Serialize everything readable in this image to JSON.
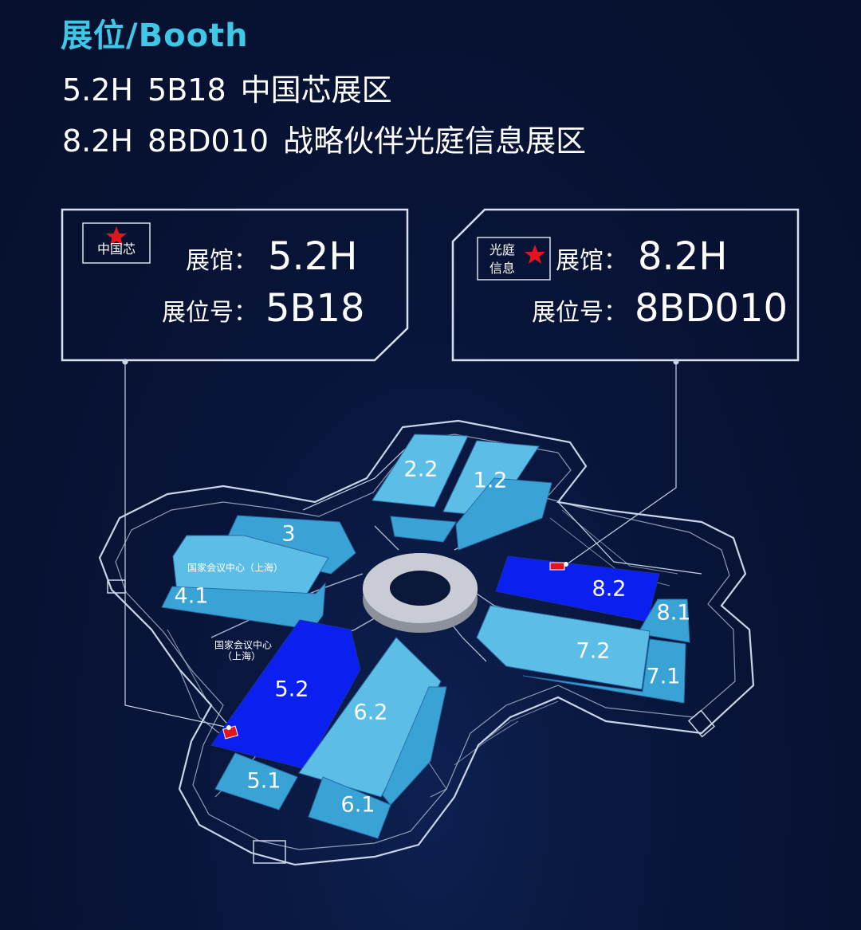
{
  "header": {
    "title": "展位/Booth",
    "lines": [
      {
        "hall": "5.2H",
        "booth": "5B18",
        "zone": "中国芯展区"
      },
      {
        "hall": "8.2H",
        "booth": "8BD010",
        "zone": "战略伙伴光庭信息展区"
      }
    ]
  },
  "cards": [
    {
      "badge_text": "中国芯",
      "hall_label": "展馆：",
      "hall_value": "5.2H",
      "booth_label": "展位号：",
      "booth_value": "5B18"
    },
    {
      "badge_line1": "光庭",
      "badge_line2": "信息",
      "hall_label": "展馆：",
      "hall_value": "8.2H",
      "booth_label": "展位号：",
      "booth_value": "8BD010"
    }
  ],
  "map": {
    "halls": [
      "2.2",
      "1.2",
      "3",
      "4.1",
      "8.2",
      "8.1",
      "7.2",
      "7.1",
      "5.2",
      "6.2",
      "5.1",
      "6.1"
    ],
    "venue_label": "国家会议中心（上海）",
    "venue_label_small_line1": "国家会议中心",
    "venue_label_small_line2": "（上海）",
    "highlighted_halls": [
      "5.2",
      "8.2"
    ]
  },
  "colors": {
    "background": "#081438",
    "heading_accent": "#3fc7e8",
    "hall_fill": "#3aa3d6",
    "highlight_fill": "#0a1ff0",
    "booth_marker": "#e4141e",
    "outline": "#c9d4e8"
  }
}
